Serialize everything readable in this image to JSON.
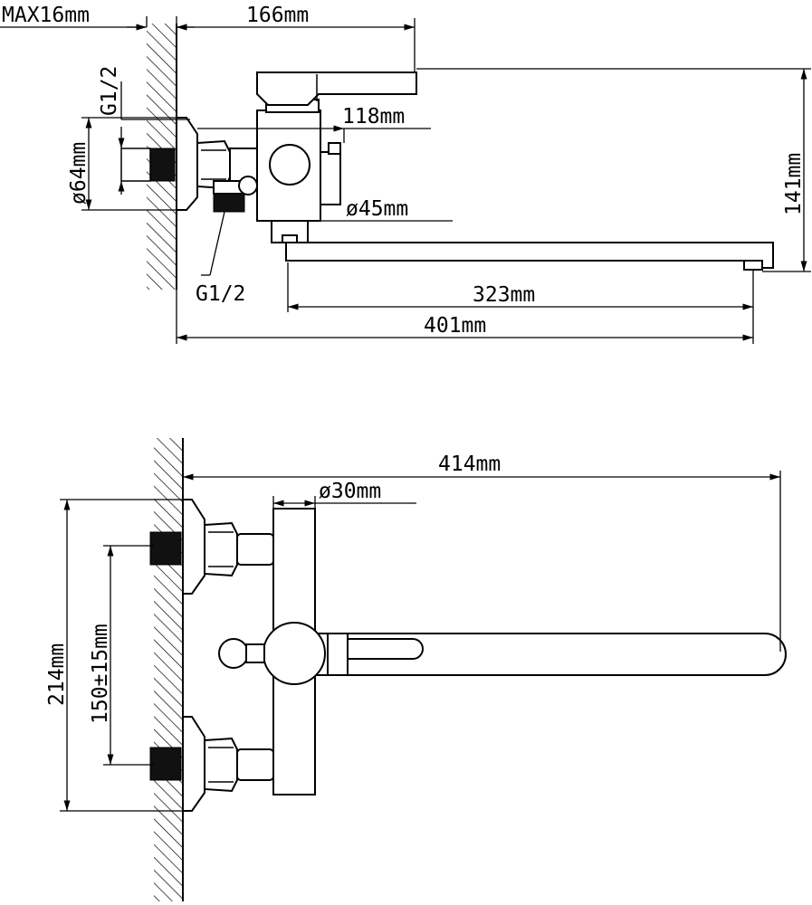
{
  "side_view": {
    "wall_max": "MAX16mm",
    "depth_166": "166mm",
    "thread_top": "G1/2",
    "depth_118": "118mm",
    "flange_dia": "ø64mm",
    "body_dia": "ø45mm",
    "height_141": "141mm",
    "thread_bottom": "G1/2",
    "spout_323": "323mm",
    "total_401": "401mm"
  },
  "top_view": {
    "length_414": "414mm",
    "pipe_dia": "ø30mm",
    "height_214": "214mm",
    "spacing": "150±15mm"
  }
}
